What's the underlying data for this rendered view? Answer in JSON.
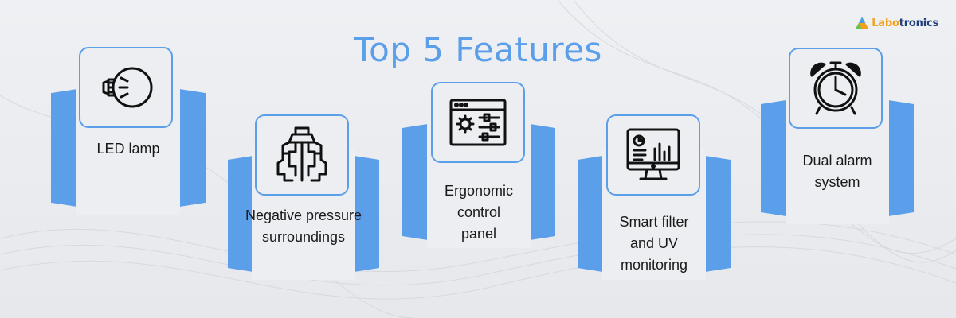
{
  "title": "Top 5 Features",
  "brand": {
    "prefix": "Labo",
    "suffix": "tronics"
  },
  "features": [
    {
      "label_lines": [
        "LED lamp"
      ],
      "icon": "led-bulb-icon"
    },
    {
      "label_lines": [
        "Negative pressure",
        "surroundings"
      ],
      "icon": "airflow-maze-icon"
    },
    {
      "label_lines": [
        "Ergonomic",
        "control",
        "panel"
      ],
      "icon": "control-panel-icon"
    },
    {
      "label_lines": [
        "Smart filter",
        "and UV",
        "monitoring"
      ],
      "icon": "monitor-chart-icon"
    },
    {
      "label_lines": [
        "Dual alarm",
        "system"
      ],
      "icon": "alarm-clock-icon"
    }
  ],
  "colors": {
    "accent": "#5b9ee9",
    "panel": "#eceef1",
    "text": "#1a1a1a",
    "brand_dark": "#1f3f7a",
    "brand_orange": "#f0a21c"
  }
}
